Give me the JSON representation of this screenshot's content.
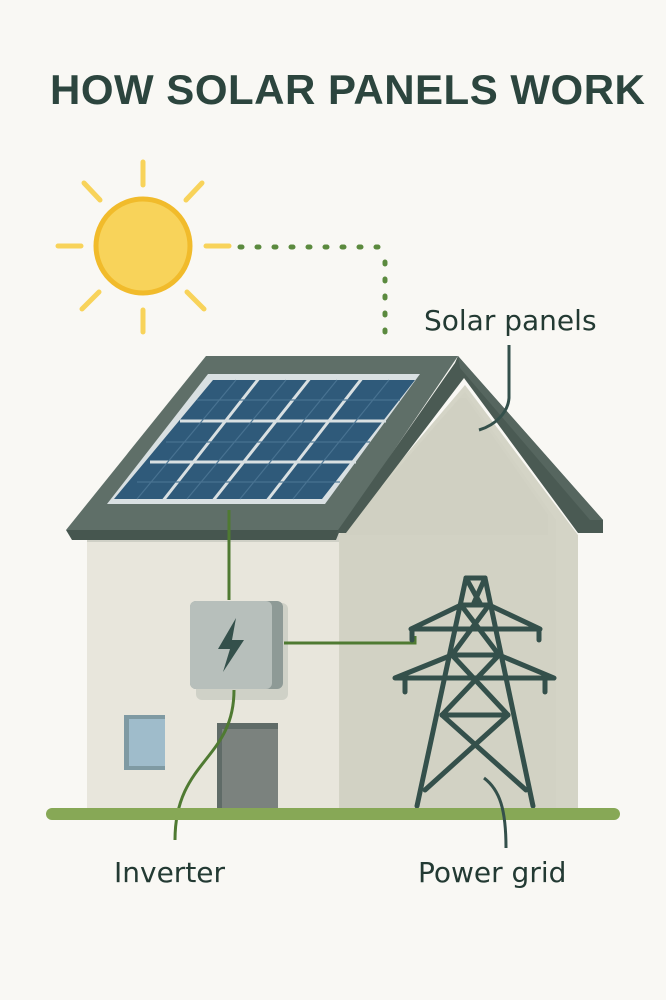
{
  "title": "HOW SOLAR PANELS WORK",
  "labels": {
    "solar_panels": "Solar panels",
    "inverter": "Inverter",
    "power_grid": "Power grid"
  },
  "components": [
    {
      "id": "sun",
      "icon": "sun-icon"
    },
    {
      "id": "solar-panel-array",
      "icon": "solar-panel-icon",
      "rows": 3,
      "cols": 4
    },
    {
      "id": "inverter",
      "icon": "lightning-bolt-icon"
    },
    {
      "id": "power-grid",
      "icon": "transmission-tower-icon"
    },
    {
      "id": "house",
      "icon": "house-icon"
    }
  ],
  "colors": {
    "background": "#f9f8f4",
    "title": "#2c453e",
    "sun": "#f8d35a",
    "sun_outline": "#f1bb2b",
    "roof": "#5e6e68",
    "roof_edge": "#46564f",
    "panel": "#2f5a7a",
    "panel_frame": "#d6dde0",
    "wall_front": "#e8e6dc",
    "wall_side": "#d4d4c6",
    "wire": "#4f7a32",
    "ground": "#87a856",
    "tower": "#34504b",
    "inverter_box": "#b7bfbb",
    "door": "#7b827e",
    "window": "#9fbccb"
  }
}
